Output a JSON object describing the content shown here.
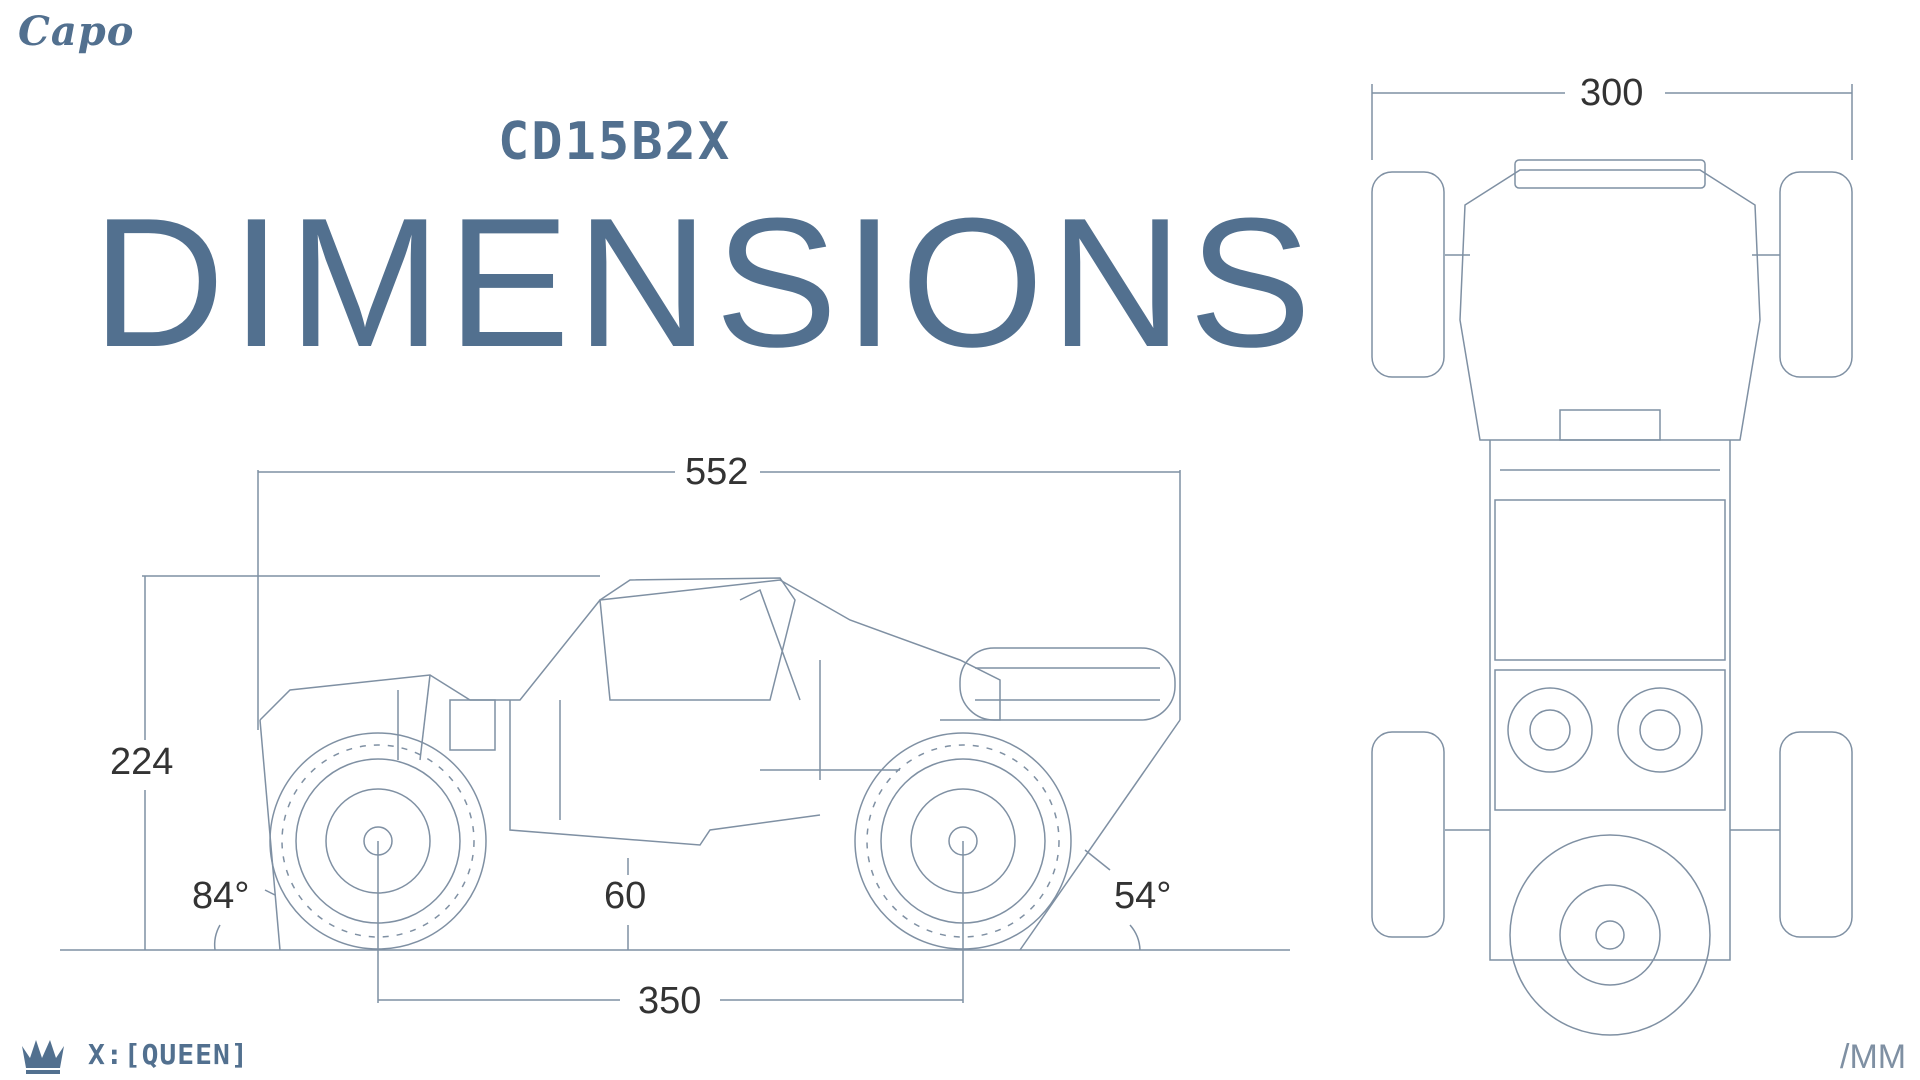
{
  "brand": "Capo",
  "model": "CD15B2X",
  "title": "DIMENSIONS",
  "dimensions": {
    "overall_length": "552",
    "height": "224",
    "ground_clearance": "60",
    "wheelbase": "350",
    "approach_angle": "84°",
    "departure_angle": "54°",
    "width": "300"
  },
  "footer": {
    "brand": "X:[QUEEN]",
    "unit": "/MM"
  },
  "colors": {
    "accent": "#52708f",
    "line": "#7f90a3",
    "text": "#333333"
  },
  "icons": [
    "crown-icon"
  ]
}
